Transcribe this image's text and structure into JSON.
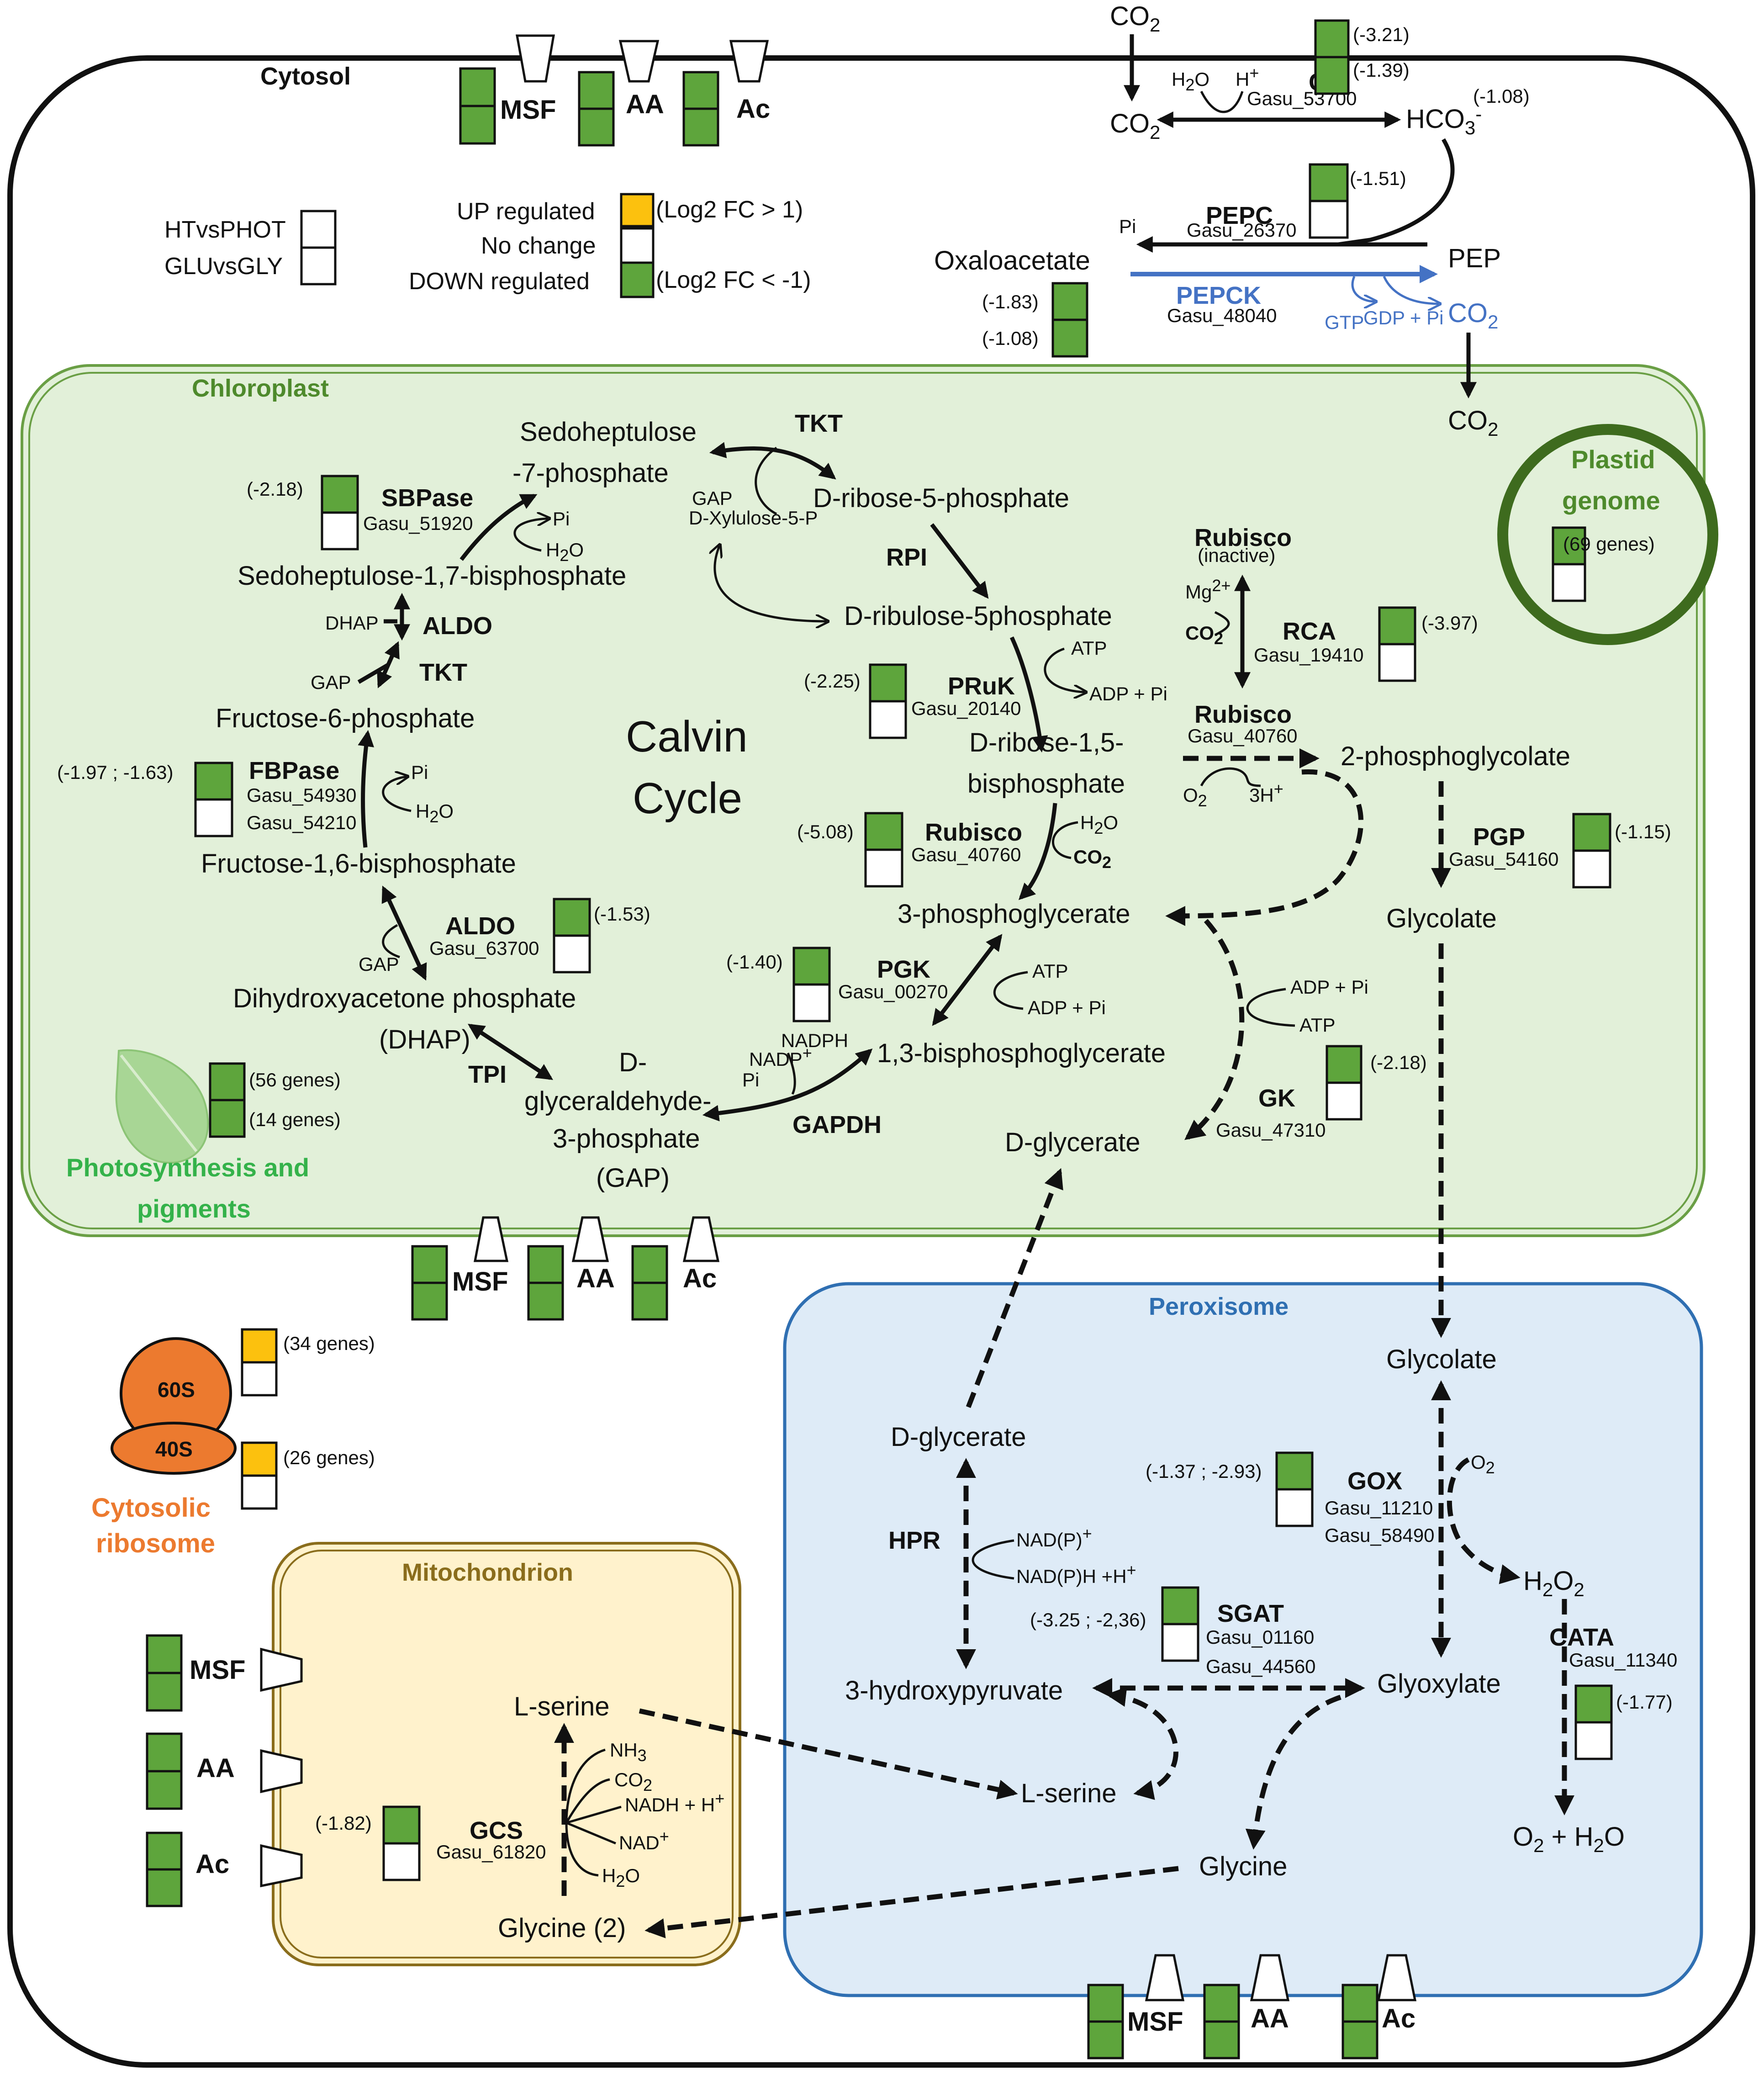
{
  "compartments": {
    "cytosol": "Cytosol",
    "chloroplast": "Chloroplast",
    "peroxisome": "Peroxisome",
    "mitochondrion": "Mitochondrion",
    "plastid_genome_l1": "Plastid",
    "plastid_genome_l2": "genome",
    "cytosolic_ribosome_l1": "Cytosolic",
    "cytosolic_ribosome_l2": "ribosome",
    "ribosome_60s": "60S",
    "ribosome_40s": "40S"
  },
  "legend": {
    "comparisons": [
      "HTvsPHOT",
      "GLUvsGLY"
    ],
    "up": "UP regulated",
    "up_rule": "(Log2 FC > 1)",
    "none": "No change",
    "down": "DOWN regulated",
    "down_rule": "(Log2 FC < -1)"
  },
  "transporters": {
    "msf": "MSF",
    "aa": "AA",
    "ac": "Ac"
  },
  "photosynthesis": {
    "label_l1": "Photosynthesis and",
    "label_l2": "pigments",
    "genes_top": "(56 genes)",
    "genes_bottom": "(14 genes)"
  },
  "ribosome": {
    "genes_60s": "(34 genes)",
    "genes_40s": "(26 genes)"
  },
  "plastid": {
    "genes": "(69 genes)"
  },
  "calvin": {
    "l1": "Calvin",
    "l2": "Cycle"
  },
  "metabolites": {
    "co2": "CO",
    "hco3": "HCO",
    "pep": "PEP",
    "oxaloacetate": "Oxaloacetate",
    "sedo7p_l1": "Sedoheptulose",
    "sedo7p_l2": "-7-phosphate",
    "sedo17bp": "Sedoheptulose-1,7-bisphosphate",
    "f6p": "Fructose-6-phosphate",
    "f16bp": "Fructose-1,6-bisphosphate",
    "dhap_l1": "Dihydroxyacetone phosphate",
    "dhap_l2": "(DHAP)",
    "gap_l1": "D-",
    "gap_l2": "glyceraldehyde-",
    "gap_l3": "3-phosphate",
    "gap_l4": "(GAP)",
    "r5p": "D-ribose-5-phosphate",
    "ru5p": "D-ribulose-5phosphate",
    "rubp_l1": "D-ribose-1,5-",
    "rubp_l2": "bisphosphate",
    "pga": "3-phosphoglycerate",
    "bpg": "1,3-bisphosphoglycerate",
    "dglycerate": "D-glycerate",
    "pglycolate": "2-phosphoglycolate",
    "glycolate": "Glycolate",
    "rubisco_inactive": "(inactive)",
    "glyoxylate": "Glyoxylate",
    "hydroxypyruvate": "3-hydroxypyruvate",
    "lserine": "L-serine",
    "glycine": "Glycine",
    "glycine2": "Glycine (2)",
    "h2o2": "H",
    "o2h2o": "O"
  },
  "cofactors": {
    "h2o": "H",
    "h_plus": "H",
    "pi": "Pi",
    "gap": "GAP",
    "dxylulose": "D-Xylulose-5-P",
    "dhap": "DHAP",
    "atp": "ATP",
    "adp_pi": "ADP + Pi",
    "nadph": "NADPH",
    "nadp": "NADP",
    "mg": "Mg",
    "o2": "O",
    "h3": "3H",
    "gtp": "GTP",
    "gdp_pi": "GDP + Pi",
    "nadp_h": "NAD(P)",
    "nadph_h": "NAD(P)H +H",
    "nh3": "NH",
    "nadh": "NADH + H",
    "nad": "NAD",
    "o2_gox": "O"
  },
  "enzymes": {
    "ca": {
      "name": "CA",
      "genes": [
        "Gasu_53700"
      ]
    },
    "pepc": {
      "name": "PEPC",
      "genes": [
        "Gasu_26370"
      ]
    },
    "pepck": {
      "name": "PEPCK",
      "genes": [
        "Gasu_48040"
      ]
    },
    "tkt": {
      "name": "TKT",
      "genes": []
    },
    "sbpase": {
      "name": "SBPase",
      "genes": [
        "Gasu_51920"
      ]
    },
    "aldo": {
      "name": "ALDO",
      "genes": [
        "Gasu_63700"
      ]
    },
    "fbpase": {
      "name": "FBPase",
      "genes": [
        "Gasu_54930",
        "Gasu_54210"
      ]
    },
    "tpi": {
      "name": "TPI",
      "genes": []
    },
    "gapdh": {
      "name": "GAPDH",
      "genes": []
    },
    "rpi": {
      "name": "RPI",
      "genes": []
    },
    "pruk": {
      "name": "PRuK",
      "genes": [
        "Gasu_20140"
      ]
    },
    "rubisco": {
      "name": "Rubisco",
      "genes": [
        "Gasu_40760"
      ]
    },
    "pgk": {
      "name": "PGK",
      "genes": [
        "Gasu_00270"
      ]
    },
    "rca": {
      "name": "RCA",
      "genes": [
        "Gasu_19410"
      ]
    },
    "pgp": {
      "name": "PGP",
      "genes": [
        "Gasu_54160"
      ]
    },
    "gk": {
      "name": "GK",
      "genes": [
        "Gasu_47310"
      ]
    },
    "gox": {
      "name": "GOX",
      "genes": [
        "Gasu_11210",
        "Gasu_58490"
      ]
    },
    "sgat": {
      "name": "SGAT",
      "genes": [
        "Gasu_01160",
        "Gasu_44560"
      ]
    },
    "cata": {
      "name": "CATA",
      "genes": [
        "Gasu_11340"
      ]
    },
    "hpr": {
      "name": "HPR",
      "genes": []
    },
    "gcs": {
      "name": "GCS",
      "genes": [
        "Gasu_61820"
      ]
    }
  },
  "fold_changes": {
    "ca_1": "(-3.21)",
    "ca_2": "(-1.39)",
    "hco3": "(-1.08)",
    "pepc": "(-1.51)",
    "pepck_1": "(-1.83)",
    "pepck_2": "(-1.08)",
    "sbpase": "(-2.18)",
    "fbpase": "(-1.97 ; -1.63)",
    "aldo": "(-1.53)",
    "pruk": "(-2.25)",
    "rubisco": "(-5.08)",
    "pgk": "(-1.40)",
    "rca": "(-3.97)",
    "pgp": "(-1.15)",
    "gk": "(-2.18)",
    "gox": "(-1.37 ; -2.93)",
    "sgat": "(-3.25 ; -2,36)",
    "cata": "(-1.77)",
    "gcs": "(-1.82)"
  },
  "colors": {
    "up": "#fcc10e",
    "down": "#5ea53c",
    "no_change": "#ffffff",
    "chloroplast_fill": "#e2f0d9",
    "peroxisome_fill": "#deebf7",
    "mitochondrion_fill": "#fff2cc",
    "pepck_blue": "#4472c4",
    "ribosome_orange": "#ec7a2f"
  }
}
